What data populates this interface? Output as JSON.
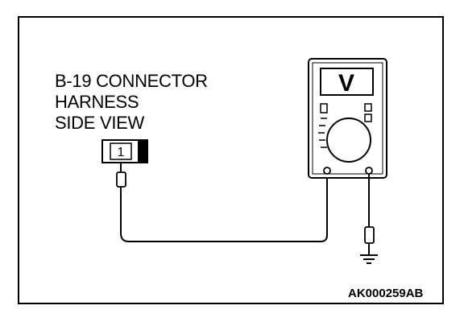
{
  "connector": {
    "title_lines": [
      "B-19 CONNECTOR",
      "HARNESS",
      "SIDE VIEW"
    ],
    "pin_number": "1"
  },
  "meter": {
    "mode_symbol": "V"
  },
  "figure_code": "AK000259AB",
  "colors": {
    "line": "#000000",
    "background": "#ffffff"
  }
}
